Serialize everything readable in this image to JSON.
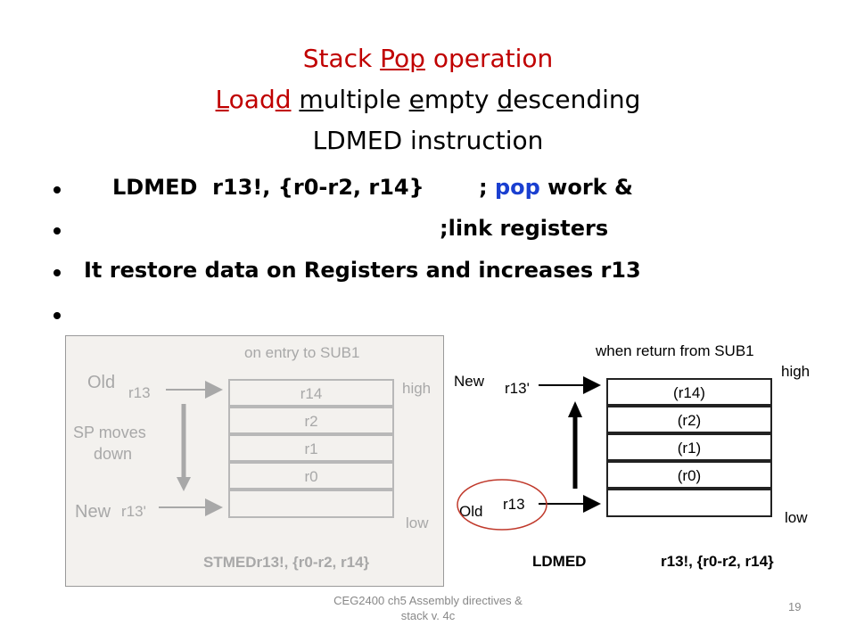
{
  "title": {
    "line1": {
      "word1": "Stack",
      "word2": "Pop",
      "word3": "operation"
    },
    "line2": {
      "l": "L",
      "oad": "oad",
      "m": "m",
      "ultiple": "ultiple",
      "e": "e",
      "mpty": "mpty",
      "d": "d",
      "escending": "escending"
    },
    "line3": "LDMED instruction"
  },
  "bullets": {
    "b1_instr": "LDMED  r13!, {r0-r2, r14}",
    "b1_semi": "; ",
    "b1_pop": "pop",
    "b1_rest": " work &",
    "b2": ";link registers",
    "b3": "It restore data on Registers and increases r13"
  },
  "left_panel": {
    "header": "on entry to SUB1",
    "old": "Old",
    "r13": "r13",
    "high": "high",
    "sp_moves": "SP moves",
    "down": "down",
    "new": "New",
    "r13p": "r13'",
    "low": "low",
    "cells": [
      "r14",
      "r2",
      "r1",
      "r0",
      ""
    ],
    "instruction": "STMEDr13!, {r0-r2, r14}"
  },
  "right_diagram": {
    "header": "when return from SUB1",
    "high": "high",
    "new": "New",
    "r13p": "r13'",
    "old": "Old",
    "r13": "r13",
    "low": "low",
    "cells": [
      "(r14)",
      "(r2)",
      "(r1)",
      "(r0)",
      ""
    ],
    "mnemonic": "LDMED",
    "operands": "r13!, {r0-r2, r14}"
  },
  "footer": {
    "line1": "CEG2400 ch5 Assembly directives &",
    "line2": "stack v. 4c",
    "page": "19"
  },
  "colors": {
    "title_red": "#c00000",
    "pop_blue": "#1a3fd0",
    "panel_bg": "#f3f1ee",
    "circle_red": "#c0392b"
  }
}
